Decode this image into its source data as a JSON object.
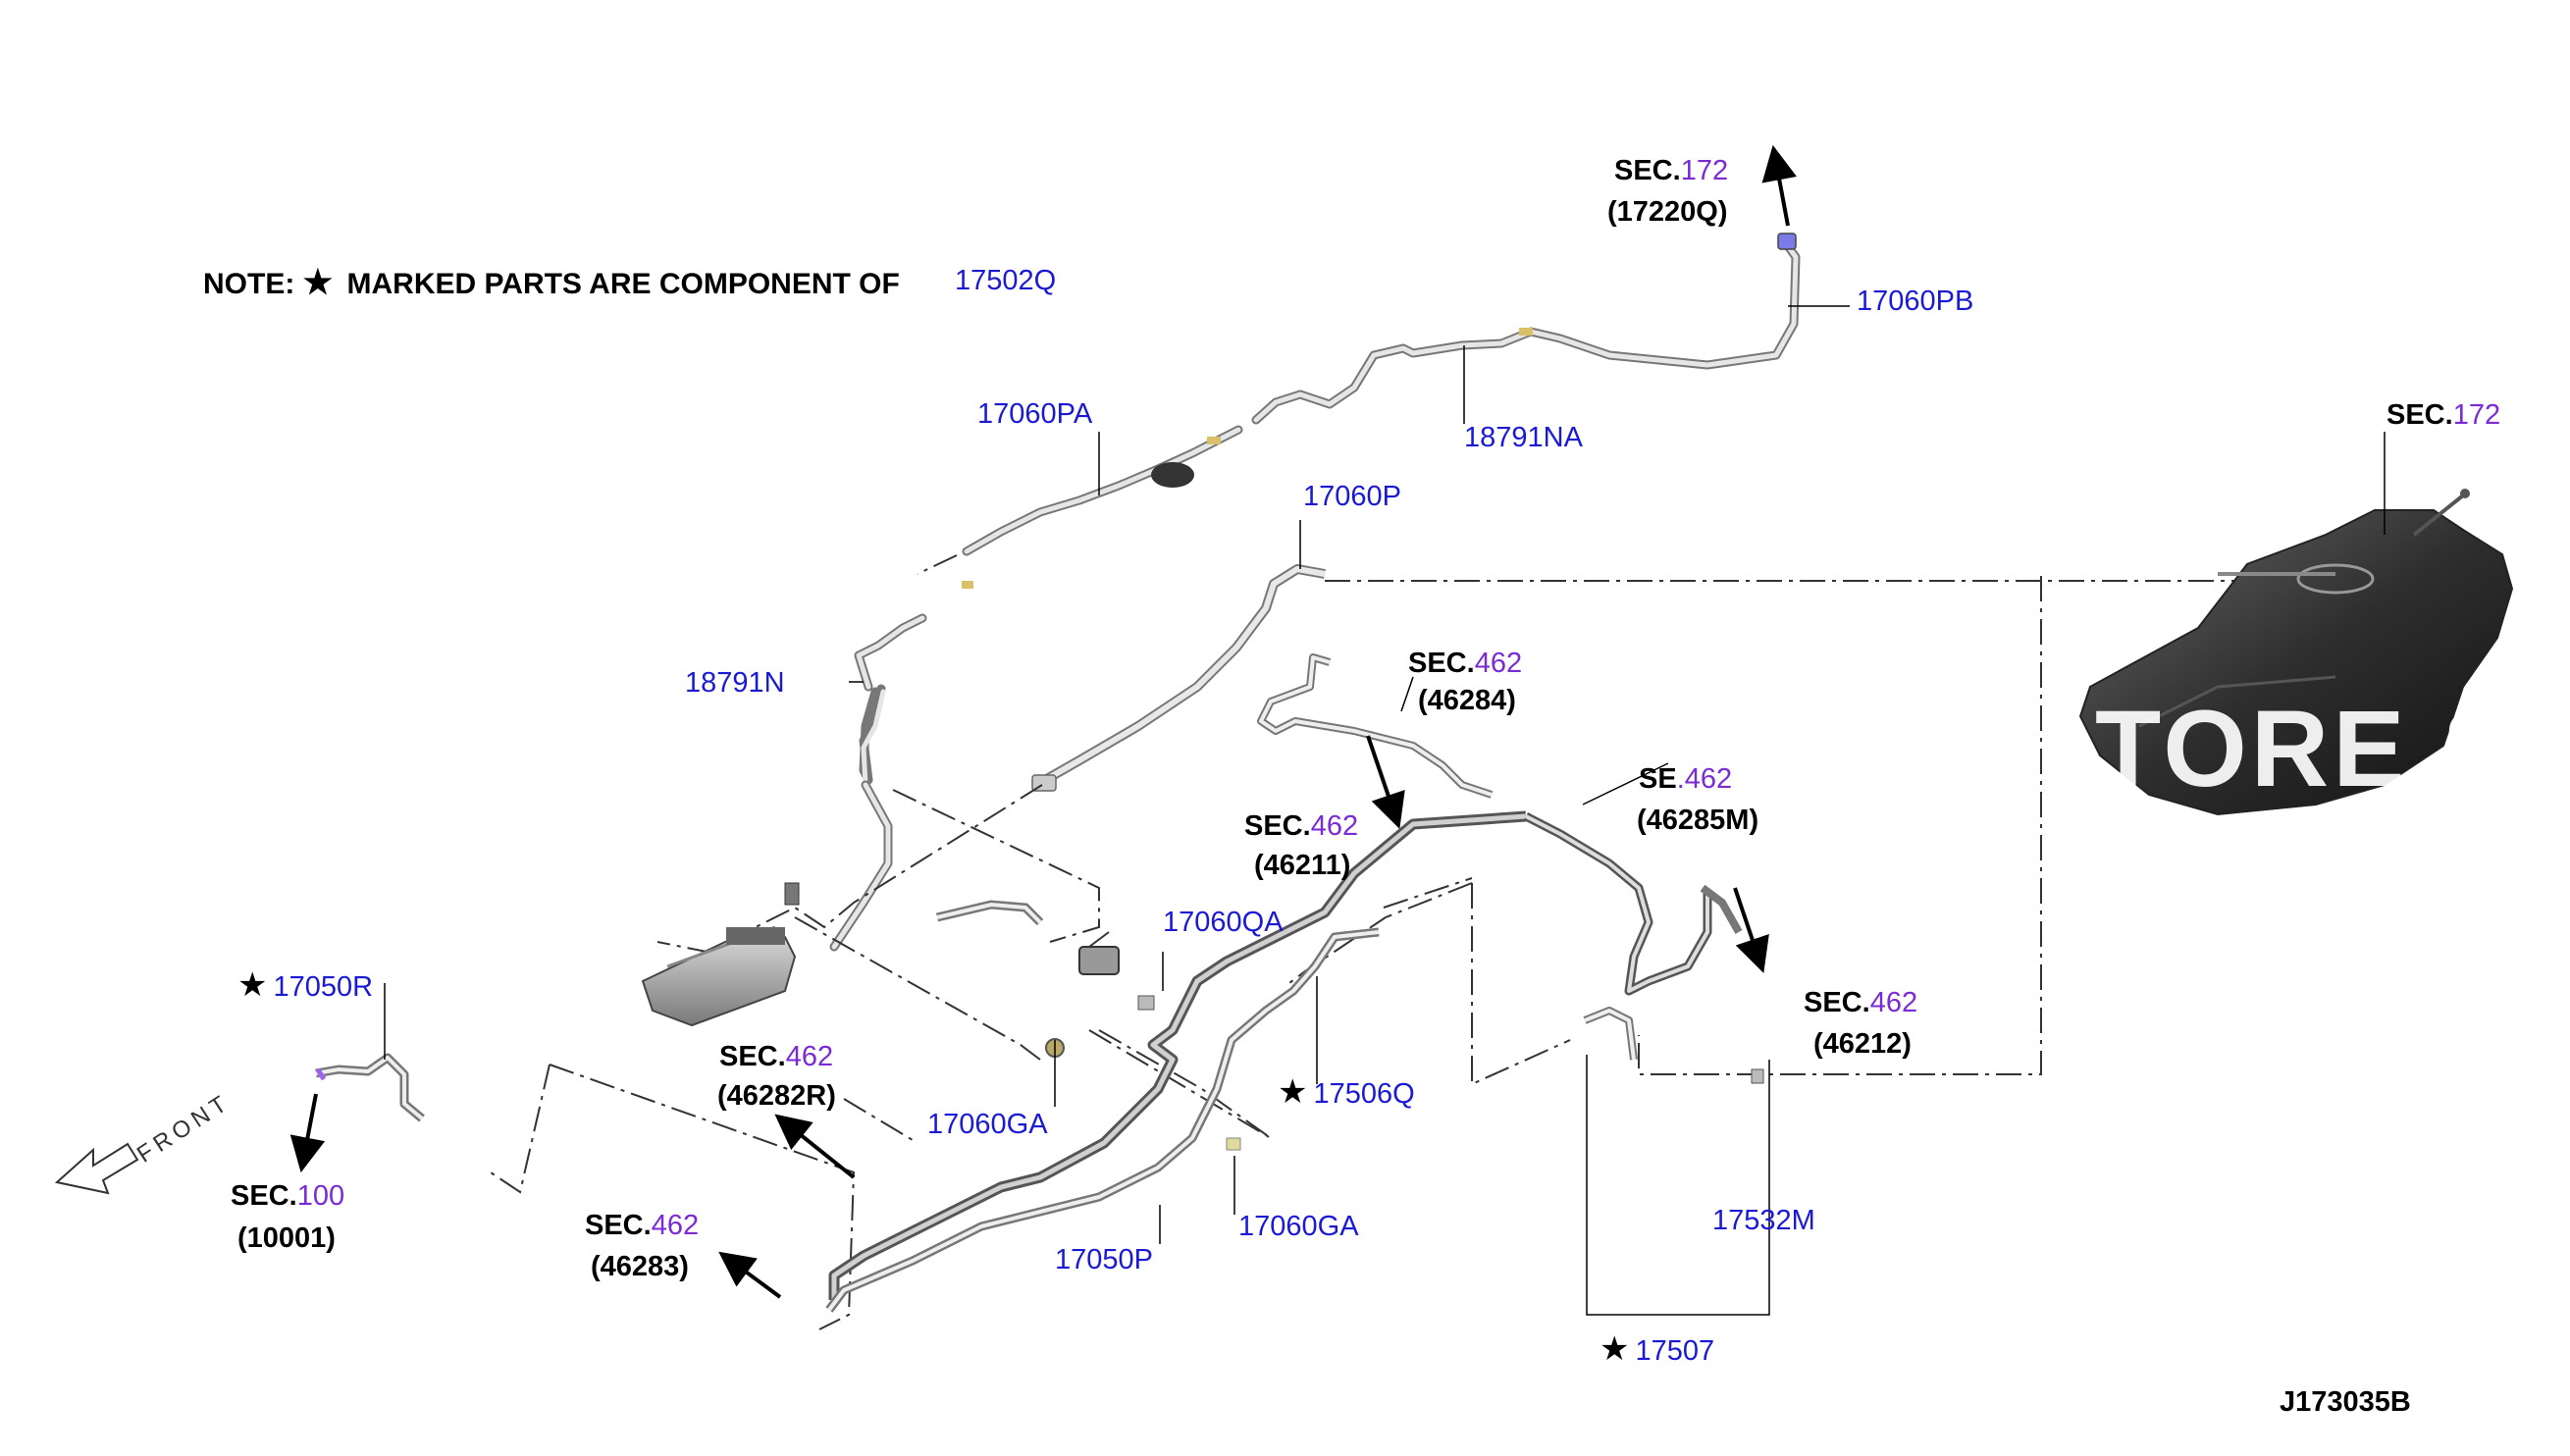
{
  "note": {
    "prefix": "NOTE:",
    "star": "★",
    "text": "MARKED PARTS ARE COMPONENT OF",
    "part": "17502Q"
  },
  "diagram_code": "J173035B",
  "watermark": "TORE.SA",
  "front_label": "FRONT",
  "labels": {
    "p17060PB": "17060PB",
    "p17060PA": "17060PA",
    "p18791NA": "18791NA",
    "p17060P": "17060P",
    "p18791N": "18791N",
    "p17060QA": "17060QA",
    "p17050R": "17050R",
    "p17060GA_1": "17060GA",
    "p17506Q": "17506Q",
    "p17060GA_2": "17060GA",
    "p17050P": "17050P",
    "p17532M": "17532M",
    "p17507": "17507"
  },
  "sec_refs": {
    "top": {
      "sec": "SEC.",
      "num": "172",
      "part": "(17220Q)"
    },
    "tank": {
      "sec": "SEC.",
      "num": "172"
    },
    "s46284": {
      "sec": "SEC.",
      "num": "462",
      "part": "(46284)"
    },
    "s46285M": {
      "sec": "SE",
      "num": ".462",
      "part": "(46285M)"
    },
    "s46211": {
      "sec": "SEC.",
      "num": "462",
      "part": "(46211)"
    },
    "s46212": {
      "sec": "SEC.",
      "num": "462",
      "part": "(46212)"
    },
    "s46282R": {
      "sec": "SEC.",
      "num": "462",
      "part": "(46282R)"
    },
    "s46283": {
      "sec": "SEC.",
      "num": "462",
      "part": "(46283)"
    },
    "s10001": {
      "sec": "SEC.",
      "num": "100",
      "part": "(10001)"
    }
  },
  "colors": {
    "part_number": "#1a1ad6",
    "section_number": "#7a2bd6",
    "text": "#000000",
    "pipe": "#8c8c8c"
  }
}
